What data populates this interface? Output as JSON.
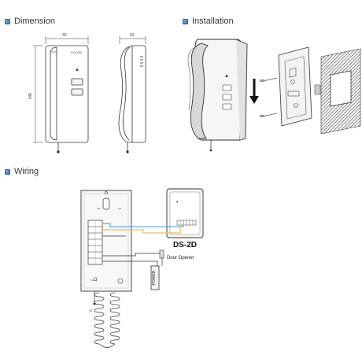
{
  "sections": {
    "dimension": "Dimension",
    "installation": "Installation",
    "wiring": "Wiring"
  },
  "dimension": {
    "width_label": "92",
    "depth_label": "62",
    "height_label": "240",
    "brand_label": "KOCOM"
  },
  "wiring": {
    "device_label": "DS-2D",
    "door_opener_label": "Door Opener",
    "power_label": "POWER",
    "panel_mark": "Ω",
    "cable_length_label": "32"
  },
  "colors": {
    "bullet": "#3d6fc2",
    "wire_blue": "#6aa9d8",
    "wire_yellow": "#e0c84a",
    "line": "#333333"
  }
}
